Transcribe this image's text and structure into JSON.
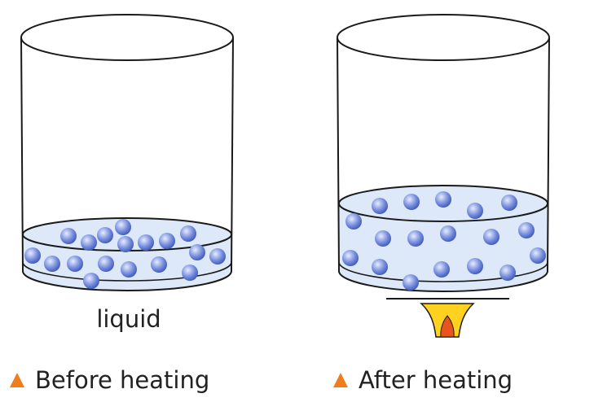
{
  "panels": [
    {
      "id": "before",
      "caption": "Before heating",
      "substance_label": "liquid"
    },
    {
      "id": "after",
      "caption": "After heating"
    }
  ],
  "colors": {
    "outline": "#1a1a1a",
    "liquid_fill": "#dde9f8",
    "particle_light": "#e6edff",
    "particle_mid": "#7d93e0",
    "particle_dark": "#3a55b8",
    "marker": "#f07c1e",
    "flame_outer": "#ffd21f",
    "flame_inner": "#e8531e"
  },
  "icons": {
    "caption_marker": "orange-triangle-icon",
    "heat_source": "burner-flame-icon"
  }
}
